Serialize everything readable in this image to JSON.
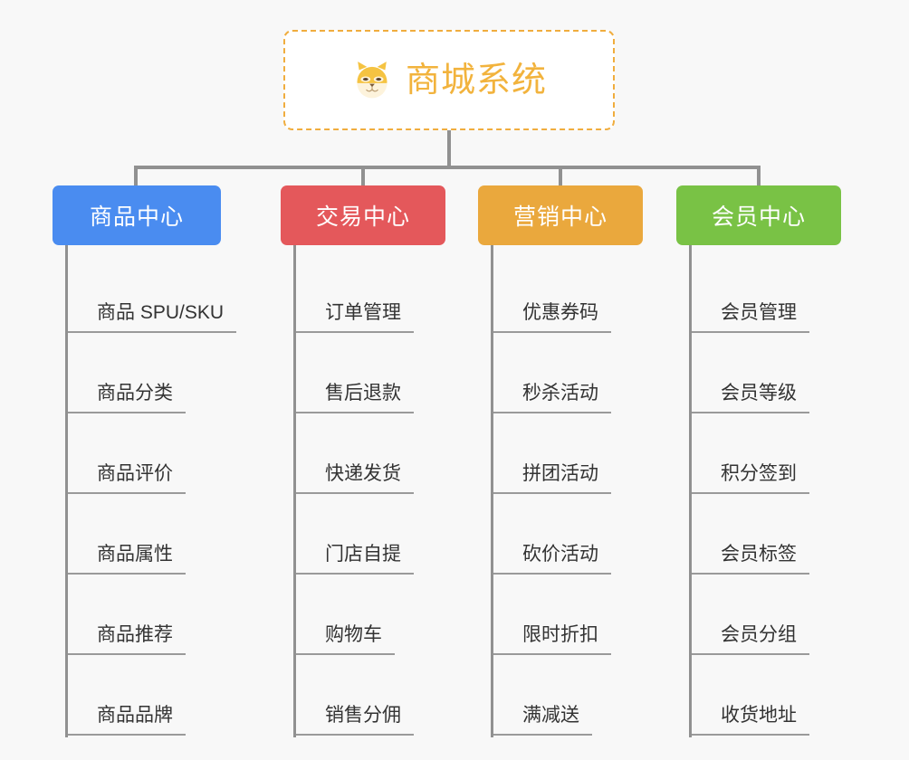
{
  "root": {
    "title": "商城系统",
    "icon": "shiba-dog-face-icon",
    "accent_color": "#f2b33d",
    "border_color": "#f0ad3e",
    "background": "#ffffff"
  },
  "page": {
    "background_color": "#f8f8f8",
    "connector_color": "#919191"
  },
  "categories": [
    {
      "label": "商品中心",
      "color": "#4a8cf0",
      "items": [
        "商品 SPU/SKU",
        "商品分类",
        "商品评价",
        "商品属性",
        "商品推荐",
        "商品品牌"
      ]
    },
    {
      "label": "交易中心",
      "color": "#e4585b",
      "items": [
        "订单管理",
        "售后退款",
        "快递发货",
        "门店自提",
        "购物车",
        "销售分佣"
      ]
    },
    {
      "label": "营销中心",
      "color": "#eaa83d",
      "items": [
        "优惠券码",
        "秒杀活动",
        "拼团活动",
        "砍价活动",
        "限时折扣",
        "满减送"
      ]
    },
    {
      "label": "会员中心",
      "color": "#79c245",
      "items": [
        "会员管理",
        "会员等级",
        "积分签到",
        "会员标签",
        "会员分组",
        "收货地址"
      ]
    }
  ]
}
